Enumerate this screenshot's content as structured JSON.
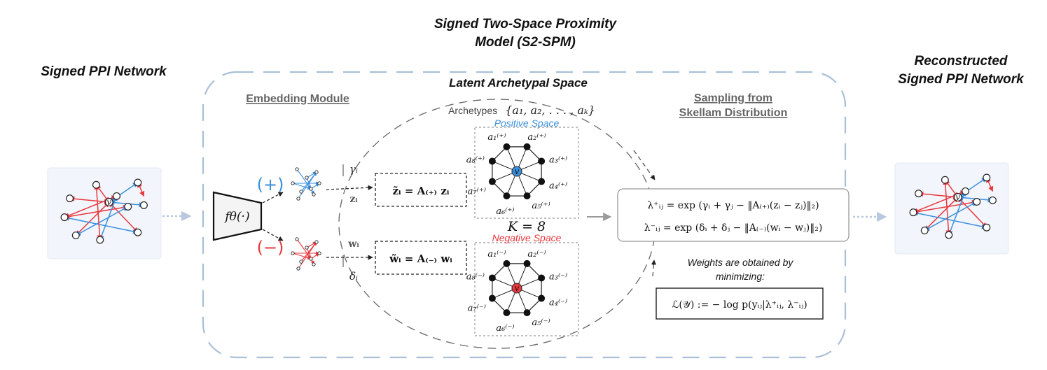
{
  "titles": {
    "model_line1": "Signed Two-Space Proximity",
    "model_line2": "Model (S2-SPM)",
    "input_network": "Signed PPI Network",
    "output_line1": "Reconstructed",
    "output_line2": "Signed PPI Network"
  },
  "sections": {
    "embedding_module": "Embedding Module",
    "latent_space": "Latent Archetypal Space",
    "sampling_line1": "Sampling from",
    "sampling_line2": "Skellam Distribution"
  },
  "archetypes_label": "Archetypes",
  "archetypes_set": "{a₁, a₂, . . . , aₖ}",
  "encoder_label": "fθ(·)",
  "sign_positive": "(+)",
  "sign_negative": "(−)",
  "gamma_label": "γᵢ",
  "z_label": "zᵢ",
  "w_label": "wᵢ",
  "delta_label": "δᵢ",
  "eq_z": "z̃ᵢ = A₍₊₎ zᵢ",
  "eq_w": "w̃ᵢ = A₍₋₎ wᵢ",
  "positive_space": "Positive Space",
  "negative_space": "Negative Space",
  "k_label": "K = 8",
  "center_node": "v",
  "archetype_nodes": {
    "positive": [
      "a₁⁽⁺⁾",
      "a₂⁽⁺⁾",
      "a₃⁽⁺⁾",
      "a₄⁽⁺⁾",
      "a₅⁽⁺⁾",
      "a₆⁽⁺⁾",
      "a₇⁽⁺⁾",
      "a₈⁽⁺⁾"
    ],
    "negative": [
      "a₁⁽⁻⁾",
      "a₂⁽⁻⁾",
      "a₃⁽⁻⁾",
      "a₄⁽⁻⁾",
      "a₅⁽⁻⁾",
      "a₆⁽⁻⁾",
      "a₇⁽⁻⁾",
      "a₈⁽⁻⁾"
    ]
  },
  "lambda_pos": "λ⁺ᵢⱼ = exp (γᵢ + γⱼ − ‖A₍₊₎(zᵢ − zⱼ)‖₂)",
  "lambda_neg": "λ⁻ᵢⱼ = exp (δᵢ + δⱼ − ‖A₍₋₎(wᵢ − wⱼ)‖₂)",
  "weights_line1": "Weights are obtained by",
  "weights_line2": "minimizing:",
  "loss_eq": "ℒ(𝒴) := − log p(yᵢⱼ|λ⁺ᵢⱼ, λ⁻ᵢⱼ)",
  "colors": {
    "positive": "#3a8fdd",
    "negative": "#e8383d",
    "frame": "#a9bfd8",
    "panel_bg": "#f2f5fb"
  }
}
